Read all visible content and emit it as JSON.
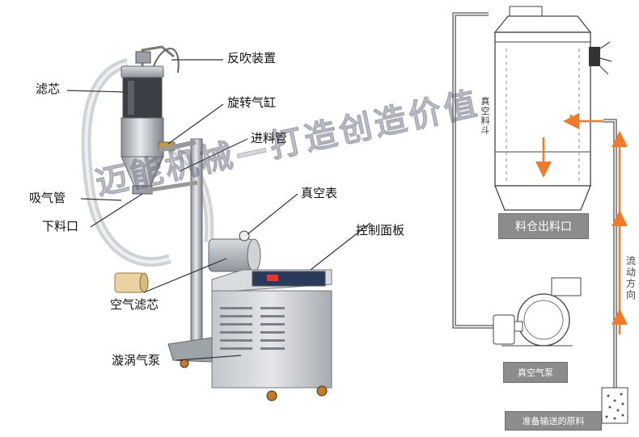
{
  "left_labels": {
    "filter_core": "滤芯",
    "back_blow": "反吹装置",
    "rotary_cylinder": "旋转气缸",
    "feed_pipe": "进料管",
    "suction_pipe": "吸气管",
    "discharge_port": "下料口",
    "vacuum_gauge": "真空表",
    "control_panel": "控制面板",
    "air_filter": "空气滤芯",
    "vortex_pump": "漩涡气泵"
  },
  "right_labels": {
    "vacuum_hopper": "真空料斗",
    "bin_outlet": "料仓出料口",
    "flow_direction": "流动方向",
    "vacuum_pump": "真空气泵",
    "material": "准备输送的原料"
  },
  "watermark": "迈能机械—打造创造价值",
  "colors": {
    "arrow": "#f07a2a",
    "box_fill": "#8c8c8c",
    "steel": "#b9bdc2",
    "line": "#555555"
  }
}
